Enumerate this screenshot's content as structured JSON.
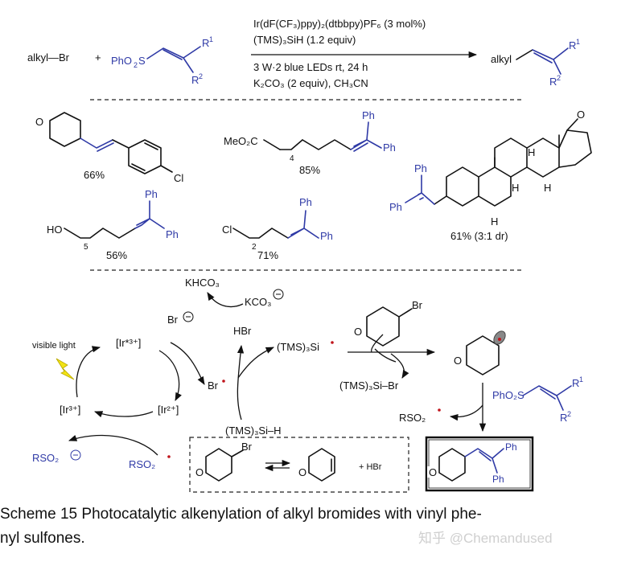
{
  "reaction": {
    "reagent_left": "alkyl—Br",
    "plus": "+",
    "sulfone_label": "PhO",
    "sulfone_sub": "2",
    "sulfone_s": "S",
    "r1": "R",
    "r1_sup": "1",
    "r2": "R",
    "r2_sup": "2",
    "cond1": "Ir(dF(CF₃)ppy)₂(dtbbpy)PF₆  (3 mol%)",
    "cond2": "(TMS)₃SiH (1.2 equiv)",
    "cond3": "3 W·2 blue LEDs rt, 24 h",
    "cond4": "K₂CO₃ (2 equiv), CH₃CN",
    "product_alkyl": "alkyl"
  },
  "examples": {
    "ex1_yield": "66%",
    "ex1_cl": "Cl",
    "ex1_o": "O",
    "ex2_ester": "MeO₂C",
    "ex2_sub": "4",
    "ex2_ph1": "Ph",
    "ex2_ph2": "Ph",
    "ex2_yield": "85%",
    "ex3_yield": "61% (3:1 dr)",
    "ex3_ph1": "Ph",
    "ex3_ph2": "Ph",
    "ex3_o": "O",
    "ex3_h": "H",
    "ex4_ho": "HO",
    "ex4_sub": "5",
    "ex4_ph1": "Ph",
    "ex4_ph2": "Ph",
    "ex4_yield": "56%",
    "ex5_cl": "Cl",
    "ex5_sub": "2",
    "ex5_ph1": "Ph",
    "ex5_ph2": "Ph",
    "ex5_yield": "71%"
  },
  "mechanism": {
    "khco3": "KHCO₃",
    "kco3": "KCO₃",
    "br_minus": "Br",
    "hbr": "HBr",
    "ir_star": "[Ir*³⁺]",
    "visible_light": "visible light",
    "ir3": "[Ir³⁺]",
    "ir2": "[Ir²⁺]",
    "br_rad": "Br",
    "tms3si_rad": "(TMS)₃Si",
    "tms3sih": "(TMS)₃Si–H",
    "tms3sibr": "(TMS)₃Si–Br",
    "rso2_minus": "RSO₂",
    "rso2_rad_left": "RSO₂",
    "rso2_rad_right": "RSO₂",
    "side_hbr": "+  HBr",
    "bromide_br": "Br",
    "o": "O",
    "prod_ph1": "Ph",
    "prod_ph2": "Ph",
    "sulfone2": "PhO₂S",
    "r1b": "R",
    "r1b_sup": "1",
    "r2b": "R",
    "r2b_sup": "2"
  },
  "caption": {
    "line1": "Scheme 15   Photocatalytic alkenylation of alkyl bromides with vinyl phe-",
    "line2": "nyl sulfones."
  },
  "watermark": "知乎 @Chemandused",
  "colors": {
    "blue": "#2f3aa6",
    "radical_red": "#c0141b",
    "bolt": "#f2e313"
  }
}
